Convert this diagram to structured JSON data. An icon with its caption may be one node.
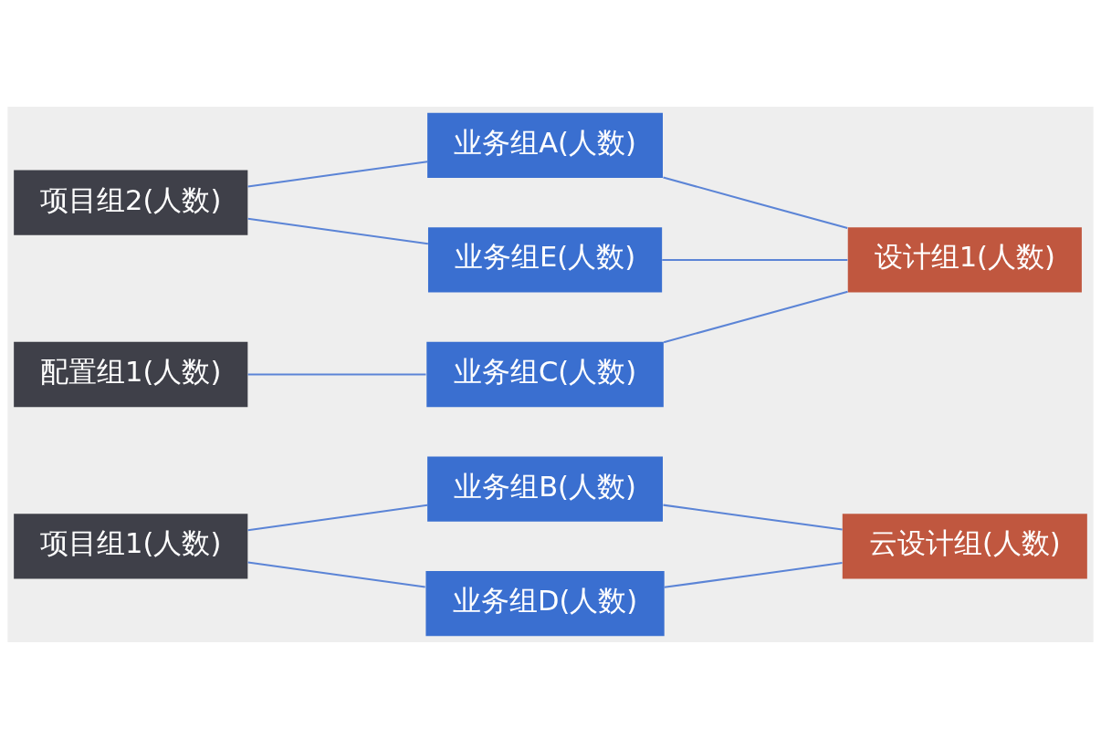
{
  "diagram": {
    "nodes": [
      {
        "text": [
          "项目组1(人数)"
        ]
      },
      {
        "text": [
          "项目组2(人数)"
        ]
      },
      {
        "text": [
          "配置组1(人数)"
        ]
      },
      {
        "text": [
          "业务组A(人数)"
        ]
      },
      {
        "text": [
          "业务组B(人数)"
        ]
      },
      {
        "text": [
          "业务组C(人数)"
        ]
      },
      {
        "text": [
          "业务组D(人数)"
        ]
      },
      {
        "text": [
          "业务组E(人数)"
        ]
      },
      {
        "text": [
          "设计组1(人数)"
        ]
      },
      {
        "text": [
          "云设计组(人数)"
        ]
      }
    ],
    "edges": [
      {
        "from": 0,
        "to": 4,
        "arrow": "none"
      },
      {
        "from": 0,
        "to": 6,
        "arrow": "none"
      },
      {
        "from": 1,
        "to": 3,
        "arrow": "none"
      },
      {
        "from": 1,
        "to": 7,
        "arrow": "none"
      },
      {
        "from": 2,
        "to": 5,
        "arrow": "none"
      },
      {
        "from": 3,
        "to": 8,
        "arrow": "none"
      },
      {
        "from": 4,
        "to": 9,
        "arrow": "none"
      },
      {
        "from": 5,
        "to": 8,
        "arrow": "none"
      },
      {
        "from": 6,
        "to": 9,
        "arrow": "none"
      },
      {
        "from": 7,
        "to": 8,
        "arrow": "none"
      }
    ]
  }
}
